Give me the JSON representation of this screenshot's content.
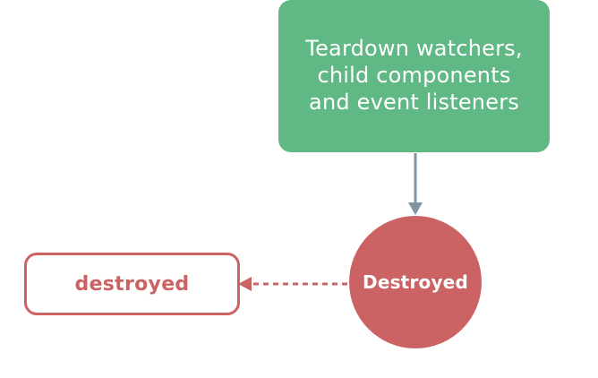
{
  "diagram": {
    "step": {
      "text": "Teardown watchers, child components and event listeners"
    },
    "state": {
      "label": "Destroyed"
    },
    "hook": {
      "label": "destroyed"
    },
    "colors": {
      "step_fill": "#60b884",
      "state_fill": "#cb6263",
      "hook_stroke": "#cb6263",
      "connector": "#7f95a4"
    }
  }
}
